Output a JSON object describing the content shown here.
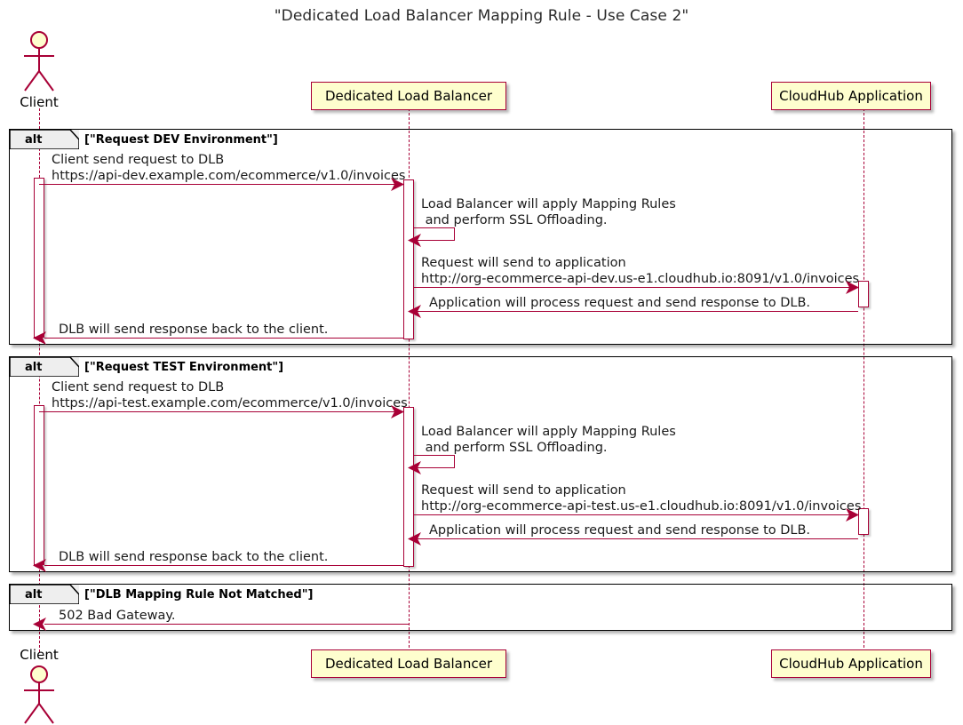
{
  "diagram": {
    "title": "\"Dedicated Load Balancer Mapping Rule - Use Case 2\"",
    "type": "sequence-diagram",
    "colors": {
      "participant_fill": "#FEFECE",
      "participant_border": "#A80036",
      "arrow": "#A80036",
      "frame_border": "#000000",
      "tab_fill": "#EEEEEE",
      "text": "#000000"
    }
  },
  "participants": [
    {
      "id": "client",
      "name": "Client",
      "kind": "actor",
      "header_label": "Client",
      "footer_label": "Client"
    },
    {
      "id": "dlb",
      "name": "Dedicated Load Balancer",
      "kind": "participant",
      "header_label": "Dedicated Load Balancer",
      "footer_label": "Dedicated Load Balancer"
    },
    {
      "id": "cloudhub",
      "name": "CloudHub Application",
      "kind": "participant",
      "header_label": "CloudHub Application",
      "footer_label": "CloudHub Application"
    }
  ],
  "groups": [
    {
      "keyword": "alt",
      "condition": "[\"Request DEV Environment\"]",
      "messages": [
        {
          "from": "client",
          "to": "dlb",
          "direction": "right",
          "line1": "Client send request to DLB",
          "line2": "https://api-dev.example.com/ecommerce/v1.0/invoices"
        },
        {
          "from": "dlb",
          "to": "dlb",
          "direction": "self",
          "line1": "Load Balancer will apply Mapping Rules",
          "line2": " and perform SSL Offloading."
        },
        {
          "from": "dlb",
          "to": "cloudhub",
          "direction": "right",
          "line1": "Request will send to application",
          "line2": "http://org-ecommerce-api-dev.us-e1.cloudhub.io:8091/v1.0/invoices"
        },
        {
          "from": "cloudhub",
          "to": "dlb",
          "direction": "left",
          "line1": "Application will process request and send response to DLB.",
          "line2": ""
        },
        {
          "from": "dlb",
          "to": "client",
          "direction": "left",
          "line1": "DLB will send response back to the client.",
          "line2": ""
        }
      ]
    },
    {
      "keyword": "alt",
      "condition": "[\"Request TEST Environment\"]",
      "messages": [
        {
          "from": "client",
          "to": "dlb",
          "direction": "right",
          "line1": "Client send request to DLB",
          "line2": "https://api-test.example.com/ecommerce/v1.0/invoices"
        },
        {
          "from": "dlb",
          "to": "dlb",
          "direction": "self",
          "line1": "Load Balancer will apply Mapping Rules",
          "line2": " and perform SSL Offloading."
        },
        {
          "from": "dlb",
          "to": "cloudhub",
          "direction": "right",
          "line1": "Request will send to application",
          "line2": "http://org-ecommerce-api-test.us-e1.cloudhub.io:8091/v1.0/invoices"
        },
        {
          "from": "cloudhub",
          "to": "dlb",
          "direction": "left",
          "line1": "Application will process request and send response to DLB.",
          "line2": ""
        },
        {
          "from": "dlb",
          "to": "client",
          "direction": "left",
          "line1": "DLB will send response back to the client.",
          "line2": ""
        }
      ]
    },
    {
      "keyword": "alt",
      "condition": "[\"DLB Mapping Rule Not Matched\"]",
      "messages": [
        {
          "from": "dlb",
          "to": "client",
          "direction": "left",
          "line1": "502 Bad Gateway.",
          "line2": ""
        }
      ]
    }
  ]
}
